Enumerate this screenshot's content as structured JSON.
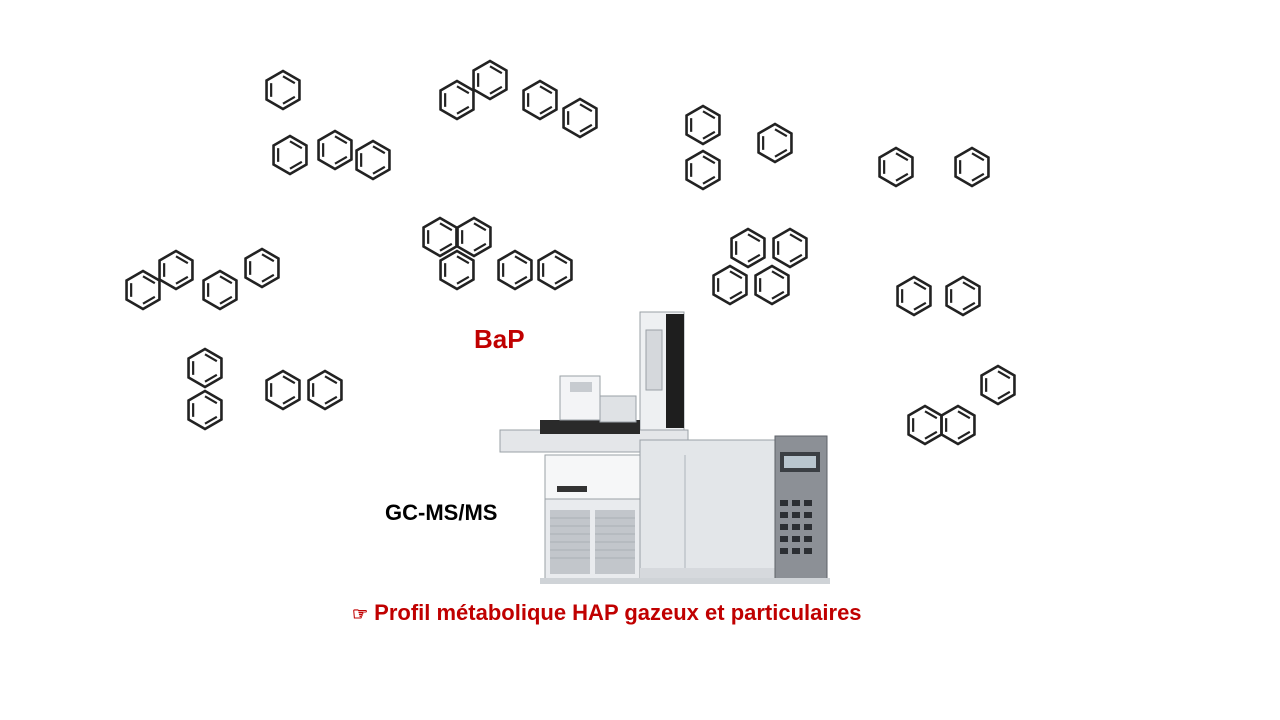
{
  "labels": {
    "bap": "BaP",
    "instrument": "GC-MS/MS",
    "caption_icon": "pointing-hand-icon",
    "caption": "Profil métabolique HAP gazeux et particulaires"
  },
  "colors": {
    "accent": "#c00000",
    "text": "#000000",
    "structure": "#222222"
  }
}
